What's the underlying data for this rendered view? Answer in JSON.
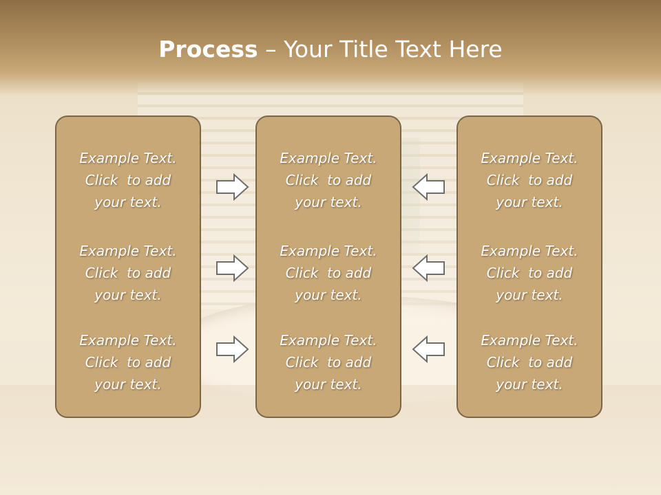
{
  "title": {
    "bold": "Process",
    "rest": " – Your Title Text Here"
  },
  "columns": [
    {
      "blocks": [
        {
          "line1": "Example Text.",
          "line2": "Click  to add",
          "line3": "your text."
        },
        {
          "line1": "Example Text.",
          "line2": "Click  to add",
          "line3": "your text."
        },
        {
          "line1": "Example Text.",
          "line2": "Click  to add",
          "line3": "your text."
        }
      ]
    },
    {
      "blocks": [
        {
          "line1": "Example Text.",
          "line2": "Click  to add",
          "line3": "your text."
        },
        {
          "line1": "Example Text.",
          "line2": "Click  to add",
          "line3": "your text."
        },
        {
          "line1": "Example Text.",
          "line2": "Click  to add",
          "line3": "your text."
        }
      ]
    },
    {
      "blocks": [
        {
          "line1": "Example Text.",
          "line2": "Click  to add",
          "line3": "your text."
        },
        {
          "line1": "Example Text.",
          "line2": "Click  to add",
          "line3": "your text."
        },
        {
          "line1": "Example Text.",
          "line2": "Click  to add",
          "line3": "your text."
        }
      ]
    }
  ],
  "arrows": {
    "left_group": "right-arrow-icon",
    "right_group": "left-arrow-icon"
  },
  "colors": {
    "header": "#b08e5f",
    "panel": "#c8a877",
    "panel_border": "#7a6547",
    "text": "#ffffff",
    "arrow_fill": "#ffffff",
    "arrow_stroke": "#6d6d6d"
  }
}
